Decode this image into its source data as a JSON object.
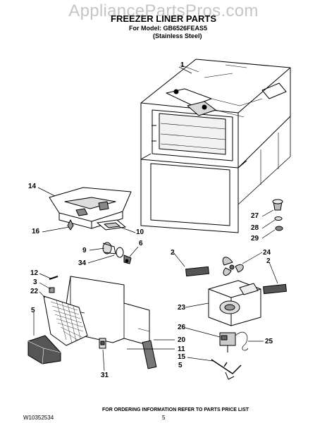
{
  "watermark": "AppliancePartsPros.com",
  "header": {
    "title": "FREEZER LINER PARTS",
    "model_line": "For Model: GB6526FEAS5",
    "finish_line": "(Stainless Steel)"
  },
  "callouts": {
    "c1": "1",
    "c14": "14",
    "c16": "16",
    "c10": "10",
    "c9": "9",
    "c6": "6",
    "c34": "34",
    "c27": "27",
    "c28": "28",
    "c29": "29",
    "c2a": "2",
    "c24": "24",
    "c2b": "2",
    "c12": "12",
    "c3": "3",
    "c22": "22",
    "c5a": "5",
    "c23": "23",
    "c26": "26",
    "c20": "20",
    "c25": "25",
    "c11": "11",
    "c15": "15",
    "c5b": "5",
    "c31": "31"
  },
  "footer": {
    "ordering_note": "FOR ORDERING INFORMATION REFER TO PARTS PRICE LIST",
    "doc_number": "W10352534",
    "page_number": "5"
  }
}
